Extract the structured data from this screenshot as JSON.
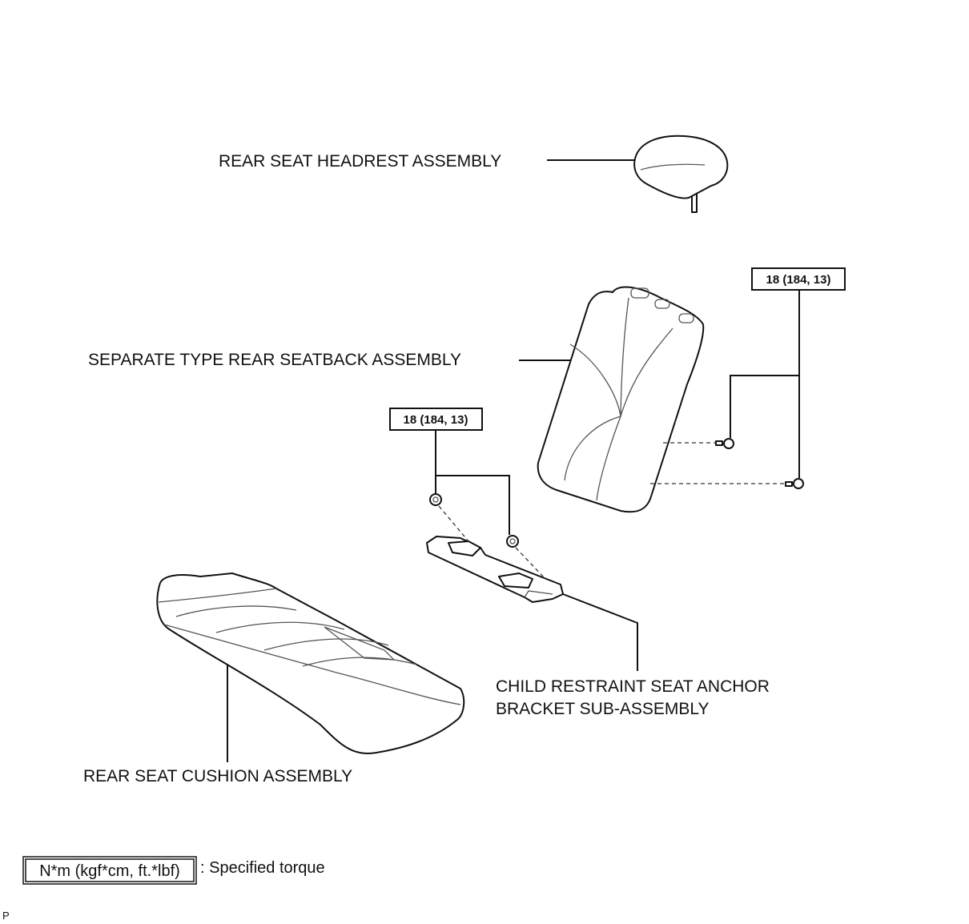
{
  "labels": {
    "headrest": "REAR SEAT HEADREST ASSEMBLY",
    "seatback": "SEPARATE TYPE REAR SEATBACK ASSEMBLY",
    "bracket_line1": "CHILD RESTRAINT SEAT ANCHOR",
    "bracket_line2": "BRACKET SUB-ASSEMBLY",
    "cushion": "REAR SEAT CUSHION ASSEMBLY"
  },
  "torque": {
    "seatback_bolts": "18 (184, 13)",
    "bracket_nuts": "18 (184, 13)"
  },
  "legend": {
    "box_text": "N*m (kgf*cm, ft.*lbf)",
    "description": ": Specified torque"
  },
  "corner_mark": "P"
}
